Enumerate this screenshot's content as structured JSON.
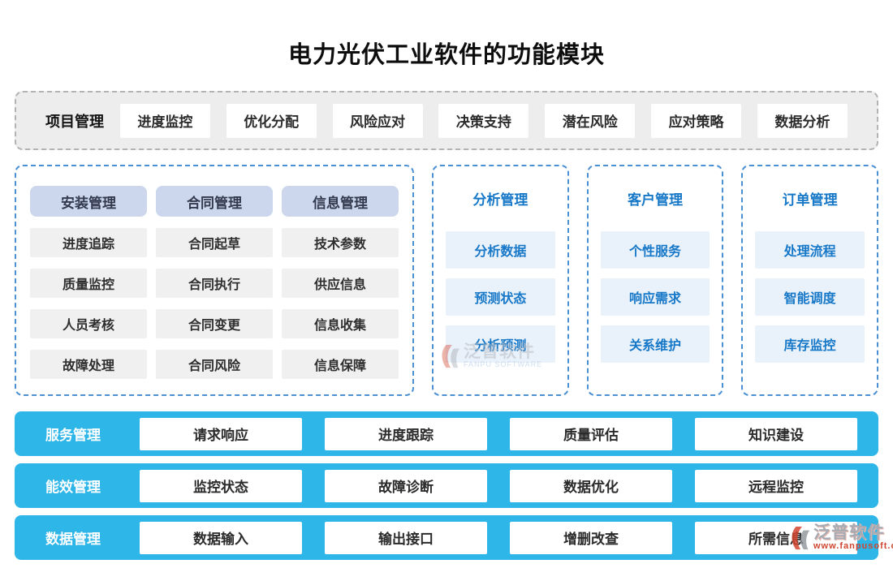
{
  "title": "电力光伏工业软件的功能模块",
  "top_band": {
    "label": "项目管理",
    "buttons": [
      "进度监控",
      "优化分配",
      "风险应对",
      "决策支持",
      "潜在风险",
      "应对策略",
      "数据分析"
    ]
  },
  "left_panel": {
    "columns": [
      {
        "header": "安装管理",
        "items": [
          "进度追踪",
          "质量监控",
          "人员考核",
          "故障处理"
        ]
      },
      {
        "header": "合同管理",
        "items": [
          "合同起草",
          "合同执行",
          "合同变更",
          "合同风险"
        ]
      },
      {
        "header": "信息管理",
        "items": [
          "技术参数",
          "供应信息",
          "信息收集",
          "信息保障"
        ]
      }
    ]
  },
  "blue_panels": [
    {
      "header": "分析管理",
      "items": [
        "分析数据",
        "预测状态",
        "分析预测"
      ]
    },
    {
      "header": "客户管理",
      "items": [
        "个性服务",
        "响应需求",
        "关系维护"
      ]
    },
    {
      "header": "订单管理",
      "items": [
        "处理流程",
        "智能调度",
        "库存监控"
      ]
    }
  ],
  "bottom_bars": [
    {
      "label": "服务管理",
      "items": [
        "请求响应",
        "进度跟踪",
        "质量评估",
        "知识建设"
      ]
    },
    {
      "label": "能效管理",
      "items": [
        "监控状态",
        "故障诊断",
        "数据优化",
        "远程监控"
      ]
    },
    {
      "label": "数据管理",
      "items": [
        "数据输入",
        "输出接口",
        "增删改查",
        "所需信息"
      ]
    }
  ],
  "watermarks": {
    "center": {
      "name": "泛普软件",
      "subtitle": "FANPU SOFTWARE"
    },
    "corner": {
      "name": "泛普软件",
      "subtitle": "www.fanpusoft.com"
    }
  },
  "colors": {
    "accent_blue_text": "#1778c8",
    "panel_dashed_border": "#4a90d2",
    "column_header_fill": "#ccd7ee",
    "gray_item_fill": "#f0f0f1",
    "blue_item_fill": "#e9f1fa",
    "cyan_bar_fill": "#2eb6e9",
    "top_band_fill": "#ededed",
    "top_band_border": "#b3b3b3",
    "watermark_red": "#d0452f"
  }
}
